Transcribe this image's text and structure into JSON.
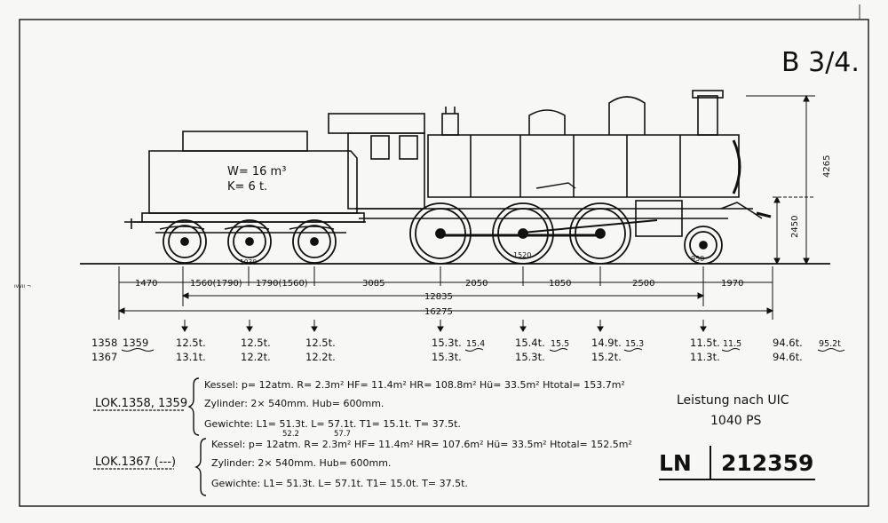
{
  "class_mark": "B 3/4.",
  "tender_capacity": {
    "water": "W= 16 m³",
    "coal": "K= 6 t."
  },
  "wheel_diameters": {
    "tender": "1030",
    "driving": "1520",
    "leading": "950"
  },
  "heights": {
    "total": "4265",
    "boiler_axis": "2450"
  },
  "dimensions": {
    "row1": [
      "1470",
      "1560(1790)",
      "1790(1560)",
      "3085",
      "2050",
      "1850",
      "2500",
      "1970"
    ],
    "wheelbase": "12835",
    "overall": "16275"
  },
  "axle_loads": {
    "label_top": [
      "1358",
      "1359"
    ],
    "label_bottom": "1367",
    "top": [
      "12.5t.",
      "12.5t.",
      "12.5t.",
      "15.3t.",
      "15.4t.",
      "14.9t.",
      "11.5t.",
      "94.6t."
    ],
    "top_alt": [
      "",
      "",
      "",
      "15.4",
      "15.5",
      "15.3",
      "11.5",
      "95.2t"
    ],
    "bottom": [
      "13.1t.",
      "12.2t.",
      "12.2t.",
      "15.3t.",
      "15.3t.",
      "15.2t.",
      "11.3t.",
      "94.6t."
    ]
  },
  "loco_1358": {
    "label": "LOK.1358, 1359",
    "kessel": "Kessel: p= 12atm. R= 2.3m² HF= 11.4m² HR= 108.8m² Hü= 33.5m² Htotal= 153.7m²",
    "zylinder": "Zylinder: 2× 540mm. Hub= 600mm.",
    "gewichte": "Gewichte: L1= 51.3t. L= 57.1t. T1= 15.1t. T= 37.5t.",
    "gewichte_alt_l1": "52.2",
    "gewichte_alt_l": "57.7"
  },
  "loco_1367": {
    "label": "LOK.1367 (---)",
    "kessel": "Kessel: p= 12atm. R= 2.3m² HF= 11.4m² HR= 107.6m² Hü= 33.5m² Htotal= 152.5m²",
    "zylinder": "Zylinder: 2× 540mm. Hub= 600mm.",
    "gewichte": "Gewichte: L1= 51.3t. L= 57.1t. T1= 15.0t. T= 37.5t."
  },
  "performance": {
    "line1": "Leistung nach UIC",
    "line2": "1040 PS"
  },
  "sheet_id": {
    "prefix": "LN",
    "number": "212359"
  },
  "margin_mark": "ıvvıı ¬"
}
